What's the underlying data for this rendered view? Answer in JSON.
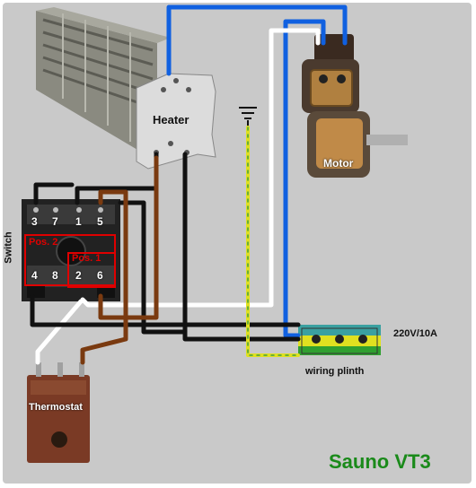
{
  "labels": {
    "heater": "Heater",
    "motor": "Motor",
    "switch": "Switch",
    "thermostat": "Thermostat",
    "pos2": "Pos. 2",
    "pos1": "Pos. 1",
    "plinth": "wiring plinth",
    "rating": "220V/10A",
    "title": "Sauno VT3"
  },
  "terminals": {
    "top": [
      "3",
      "7",
      "1",
      "5"
    ],
    "bottom": [
      "4",
      "8",
      "2",
      "6"
    ]
  },
  "colors": {
    "background": "#c9c9c9",
    "blue": "#1060e0",
    "white": "#ffffff",
    "black": "#111111",
    "brown": "#7a3a10",
    "yellow": "#e0e020",
    "green": "#40a040",
    "red": "#e00000",
    "title": "#1a8a1a"
  }
}
